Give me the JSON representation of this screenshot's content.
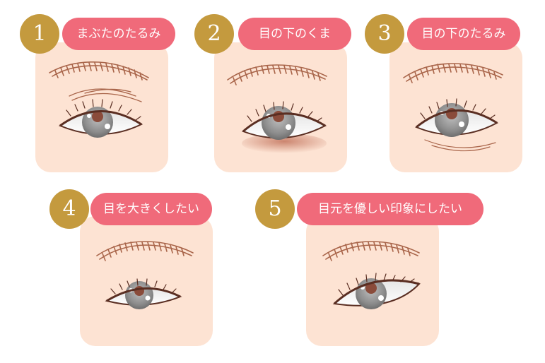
{
  "items": [
    {
      "number": "1",
      "label": "まぶたのたるみ",
      "icon": "eye-with-drooping-eyelid-icon"
    },
    {
      "number": "2",
      "label": "目の下のくま",
      "icon": "eye-with-dark-circle-icon"
    },
    {
      "number": "3",
      "label": "目の下のたるみ",
      "icon": "eye-with-under-eye-bag-icon"
    },
    {
      "number": "4",
      "label": "目を大きくしたい",
      "icon": "small-eye-icon"
    },
    {
      "number": "5",
      "label": "目元を優しい印象にしたい",
      "icon": "sharp-eye-icon"
    }
  ],
  "colors": {
    "badge": "#c49a3e",
    "label": "#f06a7a",
    "panel": "#fde3d3",
    "brow": "#a9654a",
    "iris": "#7d7d7d",
    "pupil": "#8a4b3a",
    "dark_circle": "#c9806a"
  }
}
